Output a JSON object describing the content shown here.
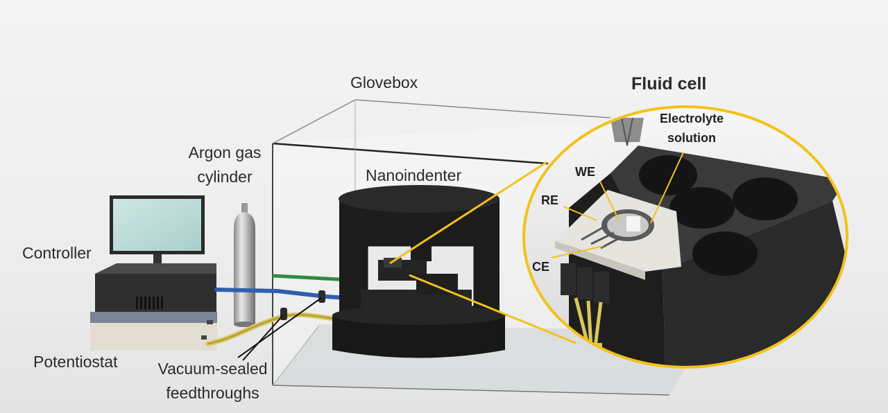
{
  "labels": {
    "glovebox": "Glovebox",
    "fluid_cell": "Fluid cell",
    "argon_line1": "Argon gas",
    "argon_line2": "cylinder",
    "nanoindenter": "Nanoindenter",
    "controller": "Controller",
    "potentiostat": "Potentiostat",
    "feedthrough_line1": "Vacuum-sealed",
    "feedthrough_line2": "feedthroughs",
    "electrolyte_line1": "Electrolyte",
    "electrolyte_line2": "solution",
    "we": "WE",
    "re": "RE",
    "ce": "CE"
  },
  "colors": {
    "callout": "#f2c21b",
    "cable_yellow": "#d9c65a",
    "tube_blue": "#2f5fae",
    "tube_green": "#2e8b3e",
    "instrument_black": "#1c1c1c"
  }
}
